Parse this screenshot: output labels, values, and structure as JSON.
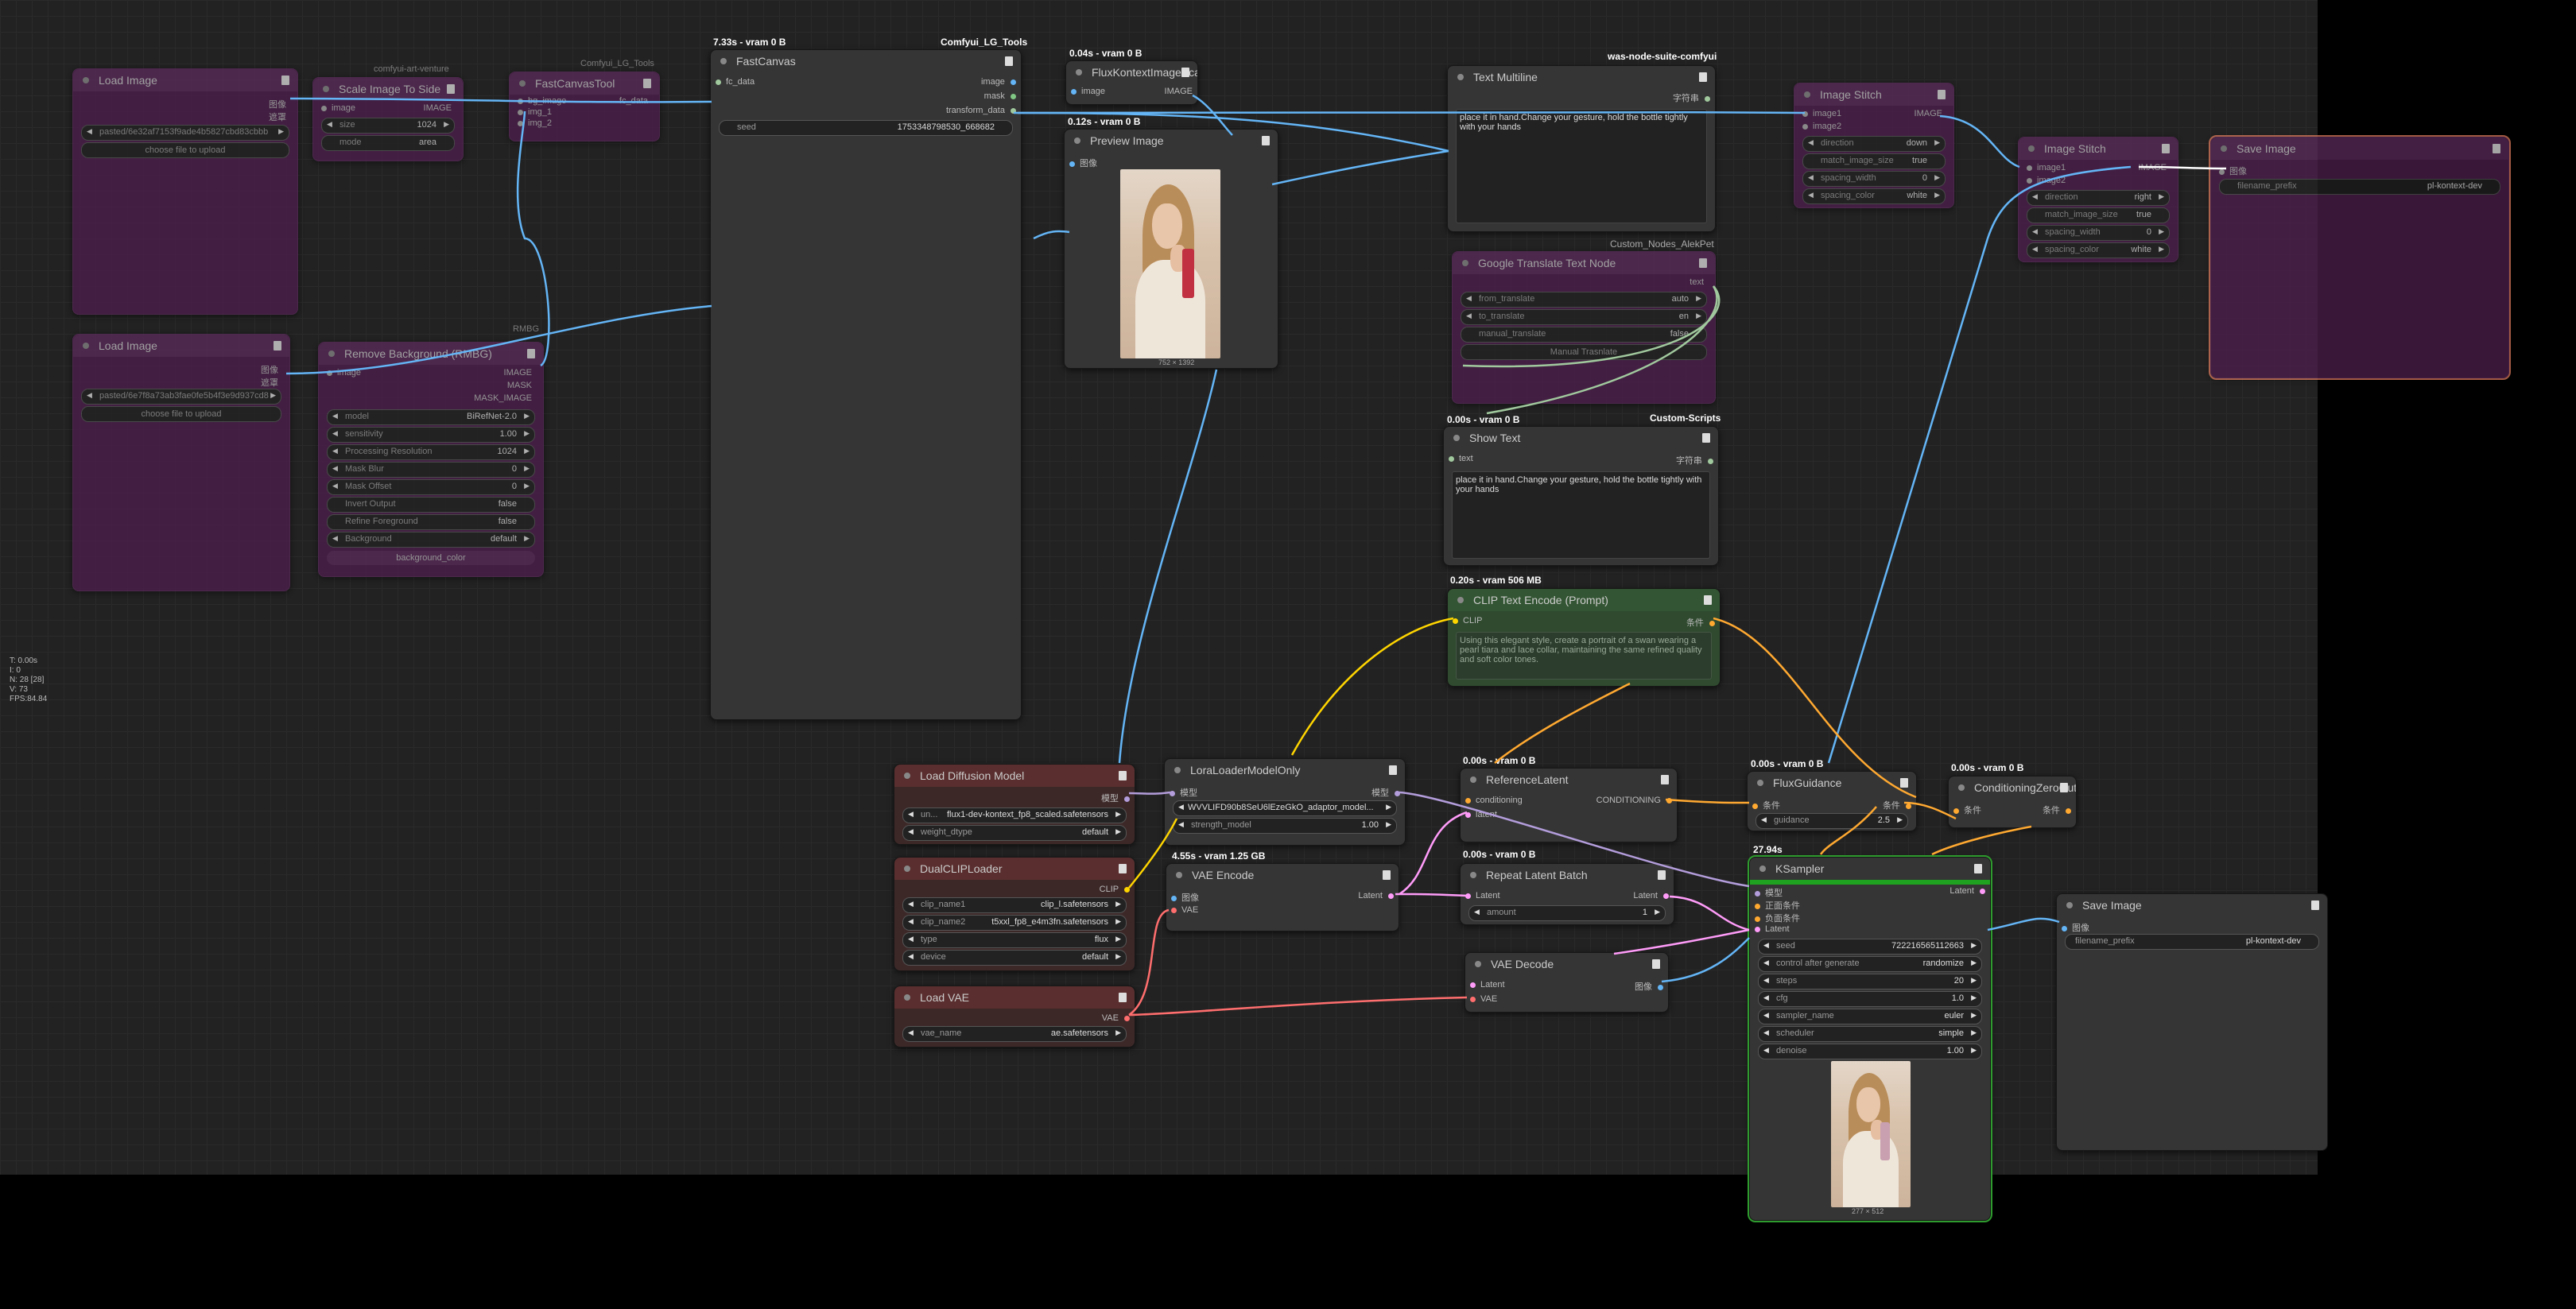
{
  "stats": {
    "t": "T: 0.00s",
    "i": "I: 0",
    "n": "N: 28 [28]",
    "v": "V: 73",
    "fps": "FPS:84.84"
  },
  "badges": {
    "fastcanvas_time": "7.33s - vram 0 B",
    "fastcanvas_pack": "Comfyui_LG_Tools",
    "flux_scale_time": "0.04s - vram 0 B",
    "preview_time": "0.12s - vram 0 B",
    "text_multiline_pack": "was-node-suite-comfyui",
    "google_pack": "Custom_Nodes_AlekPet",
    "show_text_time": "0.00s - vram 0 B",
    "show_text_pack": "Custom-Scripts",
    "clip_time": "0.20s - vram 506 MB",
    "vae_encode_time": "4.55s - vram 1.25 GB",
    "ref_latent_time": "0.00s - vram 0 B",
    "repeat_time": "0.00s - vram 0 B",
    "flux_guidance_time": "0.00s - vram 0 B",
    "cond_zero_time": "0.00s - vram 0 B",
    "ksampler_time": "27.94s",
    "art_venture": "comfyui-art-venture",
    "lg_tools": "Comfyui_LG_Tools",
    "rmbg": "RMBG"
  },
  "nodes": {
    "load_image_1": {
      "title": "Load Image",
      "out1": "图像",
      "out2": "遮罩",
      "file": "pasted/6e32af7153f9ade4b5827cbd83cbbb",
      "upload": "choose file to upload"
    },
    "load_image_2": {
      "title": "Load Image",
      "out1": "图像",
      "out2": "遮罩",
      "file": "pasted/6e7f8a73ab3fae0fe5b4f3e9d937cd8",
      "upload": "choose file to upload"
    },
    "scale_image": {
      "title": "Scale Image To Side",
      "in": "image",
      "out": "IMAGE",
      "w1l": "size",
      "w1v": "1024",
      "w2l": "mode",
      "w2v": "area"
    },
    "fast_canvas_tool": {
      "title": "FastCanvasTool",
      "in1": "bg_image",
      "in2": "img_1",
      "in3": "img_2",
      "out": "fc_data"
    },
    "remove_bg": {
      "title": "Remove Background (RMBG)",
      "in": "image",
      "o1": "IMAGE",
      "o2": "MASK",
      "o3": "MASK_IMAGE",
      "w1l": "model",
      "w1v": "BiRefNet-2.0",
      "w2l": "sensitivity",
      "w2v": "1.00",
      "w3l": "Processing Resolution",
      "w3v": "1024",
      "w4l": "Mask Blur",
      "w4v": "0",
      "w5l": "Mask Offset",
      "w5v": "0",
      "w6l": "Invert Output",
      "w6v": "false",
      "w7l": "Refine Foreground",
      "w7v": "false",
      "w8l": "Background",
      "w8v": "default",
      "extra": "background_color"
    },
    "fastcanvas": {
      "title": "FastCanvas",
      "in": "fc_data",
      "o1": "image",
      "o2": "mask",
      "o3": "transform_data",
      "seed_l": "seed",
      "seed_v": "1753348798530_668682"
    },
    "flux_scale": {
      "title": "FluxKontextImageScale",
      "in": "image",
      "out": "IMAGE"
    },
    "preview": {
      "title": "Preview Image",
      "in": "图像",
      "dims": "752 × 1392"
    },
    "text_multiline": {
      "title": "Text Multiline",
      "out": "字符串",
      "text": "place it in hand.Change your gesture, hold the bottle tightly with your hands"
    },
    "image_stitch_1": {
      "title": "Image Stitch",
      "in1": "image1",
      "in2": "image2",
      "out": "IMAGE",
      "w1l": "direction",
      "w1v": "down",
      "w2l": "match_image_size",
      "w2v": "true",
      "w3l": "spacing_width",
      "w3v": "0",
      "w4l": "spacing_color",
      "w4v": "white"
    },
    "image_stitch_2": {
      "title": "Image Stitch",
      "in1": "image1",
      "in2": "image2",
      "out": "IMAGE",
      "w1l": "direction",
      "w1v": "right",
      "w2l": "match_image_size",
      "w2v": "true",
      "w3l": "spacing_width",
      "w3v": "0",
      "w4l": "spacing_color",
      "w4v": "white"
    },
    "save_image_1": {
      "title": "Save Image",
      "in": "图像",
      "w1l": "filename_prefix",
      "w1v": "pl-kontext-dev"
    },
    "google_translate": {
      "title": "Google Translate Text Node",
      "out": "text",
      "w1l": "from_translate",
      "w1v": "auto",
      "w2l": "to_translate",
      "w2v": "en",
      "w3l": "manual_translate",
      "w3v": "false",
      "btn": "Manual Trasnlate"
    },
    "show_text": {
      "title": "Show Text",
      "in": "text",
      "out": "字符串",
      "text": "place it in hand.Change your gesture, hold the bottle tightly with your hands"
    },
    "clip_encode": {
      "title": "CLIP Text Encode (Prompt)",
      "in": "CLIP",
      "out": "条件",
      "text": "Using this elegant style, create a portrait of a swan wearing a pearl tiara and lace collar, maintaining the same refined quality and soft color tones."
    },
    "load_diffusion": {
      "title": "Load Diffusion Model",
      "out": "模型",
      "w1l": "un...",
      "w1v": "flux1-dev-kontext_fp8_scaled.safetensors",
      "w2l": "weight_dtype",
      "w2v": "default"
    },
    "dual_clip": {
      "title": "DualCLIPLoader",
      "out": "CLIP",
      "w1l": "clip_name1",
      "w1v": "clip_l.safetensors",
      "w2l": "clip_name2",
      "w2v": "t5xxl_fp8_e4m3fn.safetensors",
      "w3l": "type",
      "w3v": "flux",
      "w4l": "device",
      "w4v": "default"
    },
    "load_vae": {
      "title": "Load VAE",
      "out": "VAE",
      "w1l": "vae_name",
      "w1v": "ae.safetensors"
    },
    "lora_loader": {
      "title": "LoraLoaderModelOnly",
      "in": "模型",
      "out": "模型",
      "w1v": "WVVLIFD90b8SeU6lEzeGkO_adaptor_model...",
      "w2l": "strength_model",
      "w2v": "1.00"
    },
    "vae_encode": {
      "title": "VAE Encode",
      "in1": "图像",
      "in2": "VAE",
      "out": "Latent"
    },
    "ref_latent": {
      "title": "ReferenceLatent",
      "in1": "conditioning",
      "in2": "latent",
      "out": "CONDITIONING"
    },
    "repeat_latent": {
      "title": "Repeat Latent Batch",
      "in": "Latent",
      "out": "Latent",
      "w1l": "amount",
      "w1v": "1"
    },
    "vae_decode": {
      "title": "VAE Decode",
      "in1": "Latent",
      "in2": "VAE",
      "out": "图像"
    },
    "flux_guidance": {
      "title": "FluxGuidance",
      "in": "条件",
      "out": "条件",
      "w1l": "guidance",
      "w1v": "2.5"
    },
    "cond_zero": {
      "title": "ConditioningZeroOut",
      "in": "条件",
      "out": "条件"
    },
    "ksampler": {
      "title": "KSampler",
      "in1": "模型",
      "in2": "正面条件",
      "in3": "负面条件",
      "in4": "Latent",
      "out": "Latent",
      "w1l": "seed",
      "w1v": "722216565112663",
      "w2l": "control after generate",
      "w2v": "randomize",
      "w3l": "steps",
      "w3v": "20",
      "w4l": "cfg",
      "w4v": "1.0",
      "w5l": "sampler_name",
      "w5v": "euler",
      "w6l": "scheduler",
      "w6v": "simple",
      "w7l": "denoise",
      "w7v": "1.00",
      "dims": "277 × 512"
    },
    "save_image_2": {
      "title": "Save Image",
      "in": "图像",
      "w1l": "filename_prefix",
      "w1v": "pl-kontext-dev"
    }
  },
  "colors": {
    "image": "#64b5f6",
    "latent": "#ff9cf9",
    "model": "#b39ddb",
    "clip": "#ffd500",
    "vae": "#ff6e6e",
    "conditioning": "#ffa931",
    "string": "#a1c99e"
  }
}
